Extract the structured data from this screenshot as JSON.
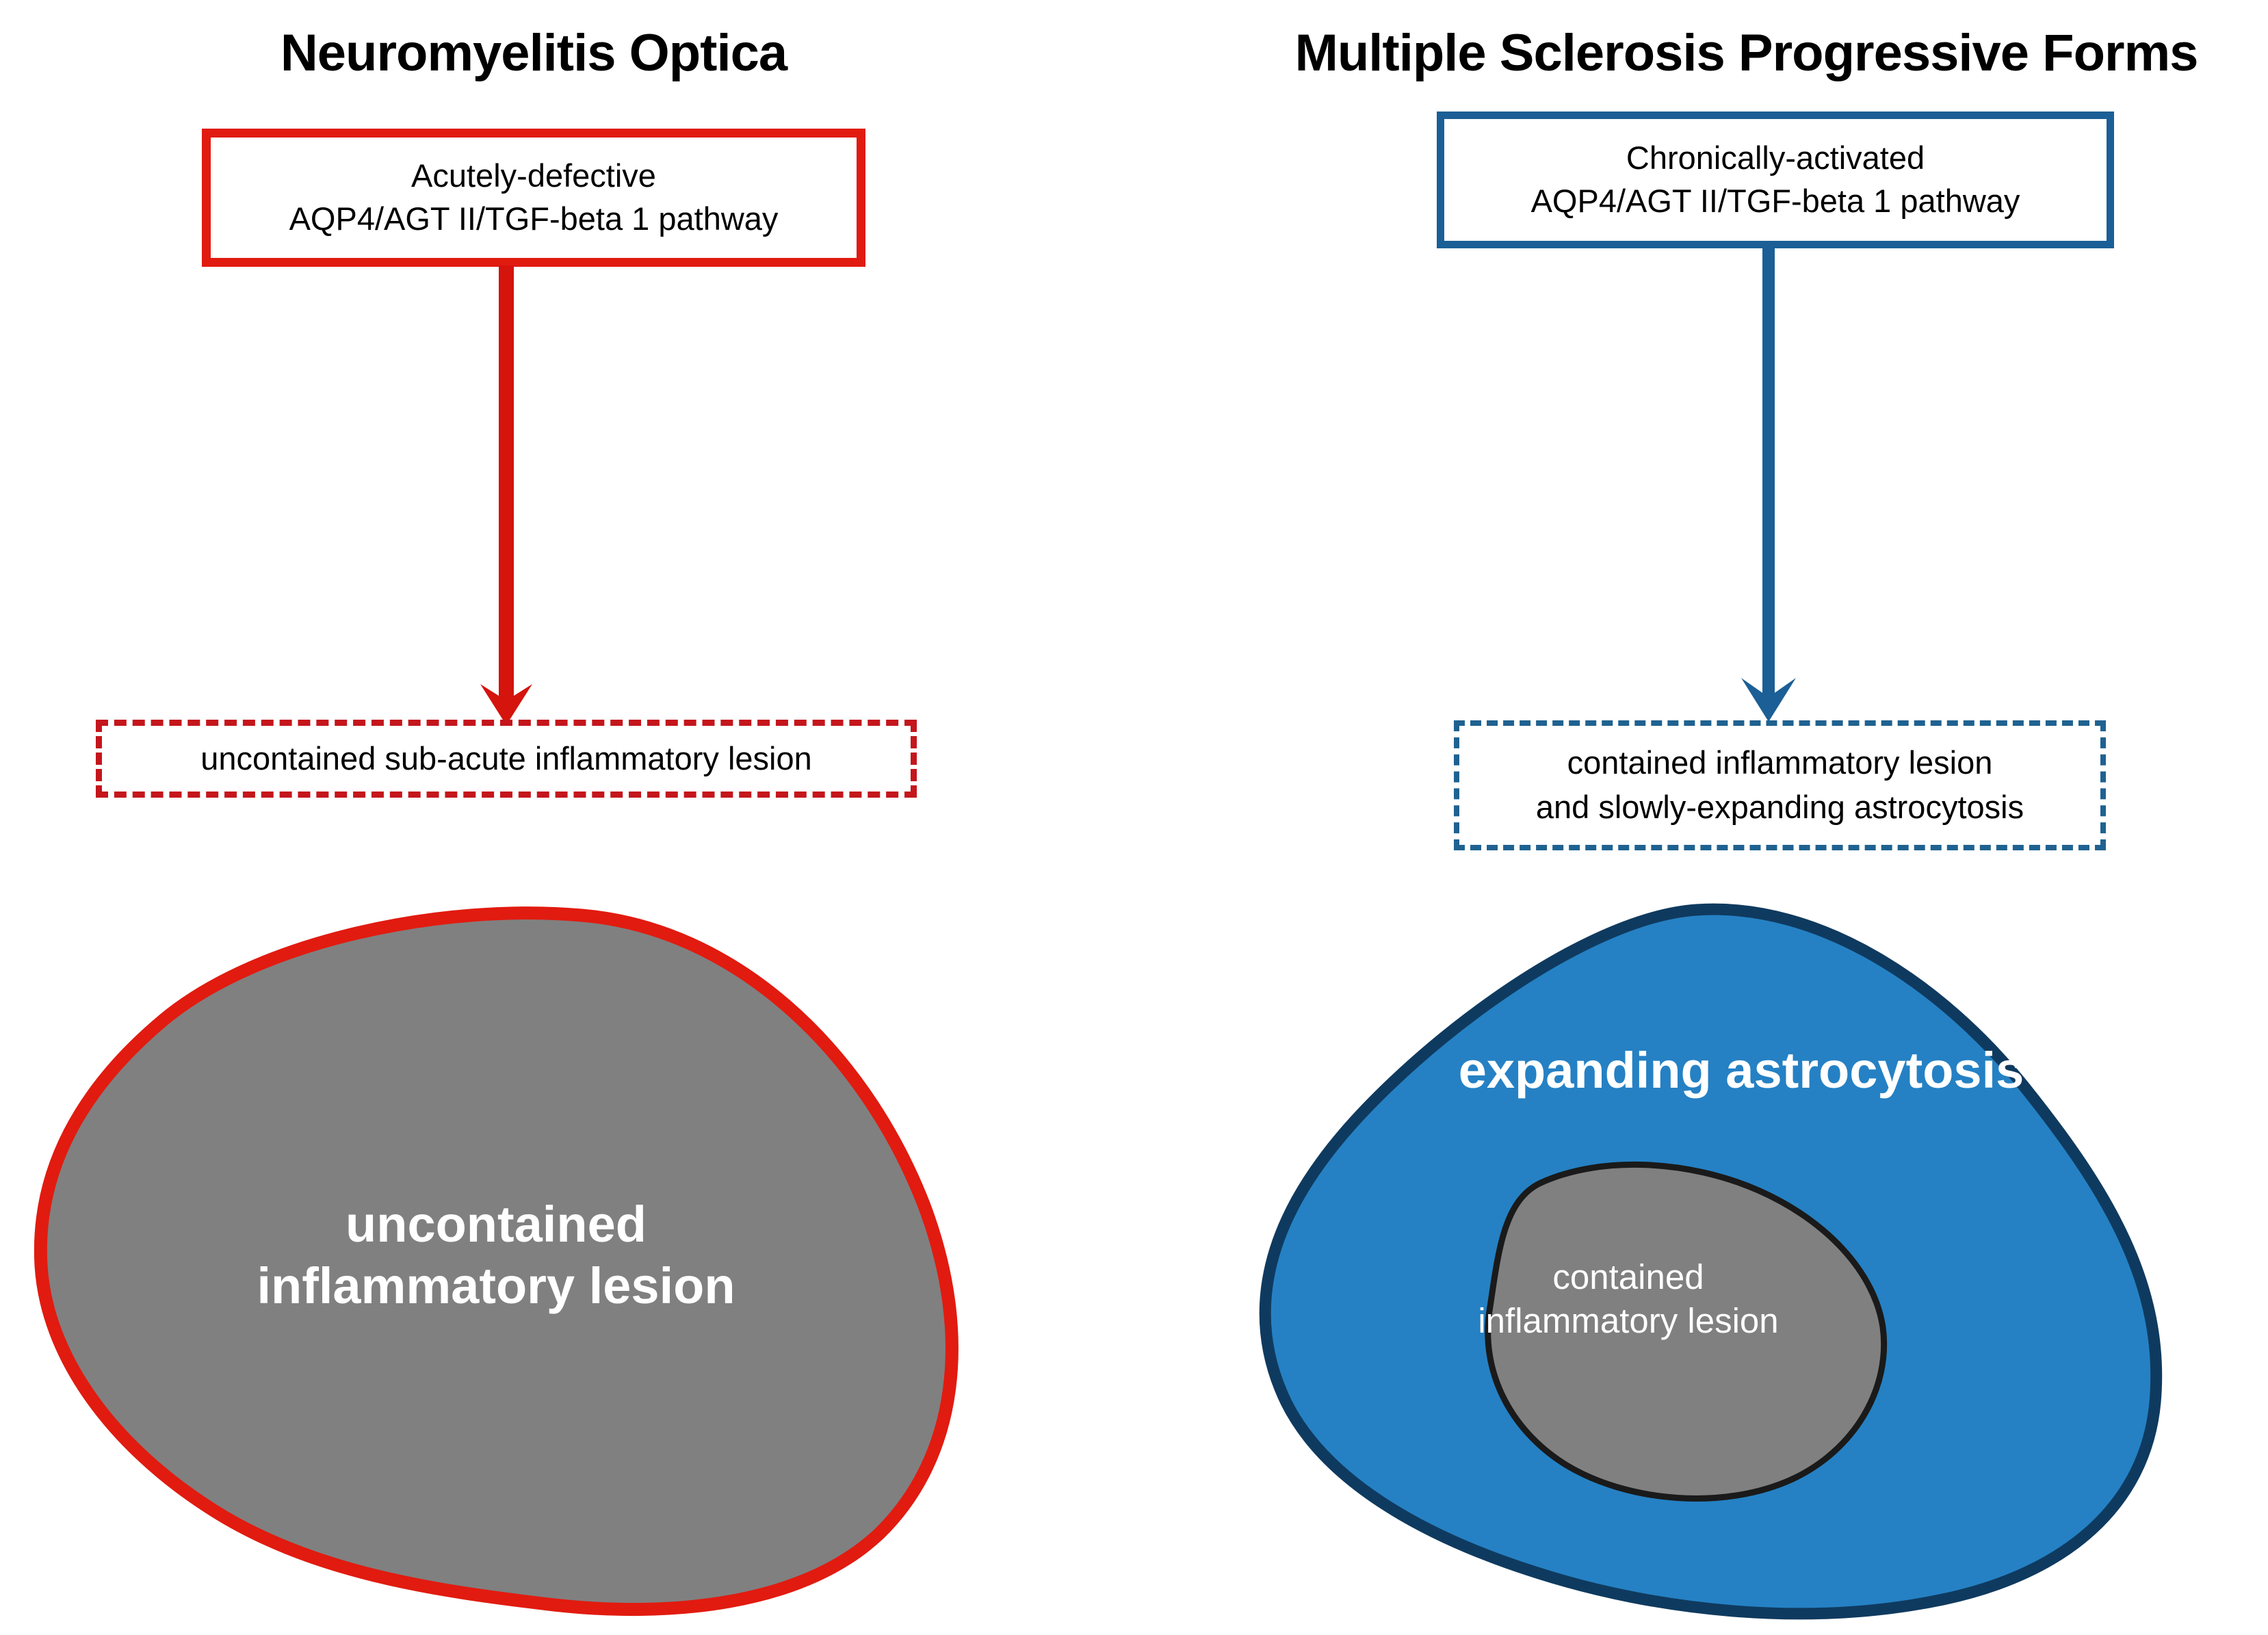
{
  "diagram": {
    "background_color": "#FFFFFF",
    "panels": [
      {
        "id": "nmo",
        "title": "Neuromyelitis Optica",
        "accent_color": "#E11B10",
        "pathway_box": {
          "border_color": "#E11B10",
          "line1": "Acutely-defective",
          "line2": "AQP4/AGT II/TGF-beta 1 pathway"
        },
        "arrow": {
          "color": "#D4140D",
          "direction": "down"
        },
        "dashed_box": {
          "border_color": "#C4161C",
          "border_style": "dashed",
          "line1": "uncontained  sub-acute inflammatory lesion",
          "line2": ""
        },
        "blob": {
          "fill_color": "#808080",
          "outline_color": "#E11B10",
          "label_line1": "uncontained",
          "label_line2": "inflammatory lesion",
          "label_color": "#FFFFFF"
        }
      },
      {
        "id": "ms-progressive",
        "title": "Multiple Sclerosis Progressive Forms",
        "accent_color": "#1B5F96",
        "pathway_box": {
          "border_color": "#1B5F96",
          "line1": "Chronically-activated",
          "line2": "AQP4/AGT II/TGF-beta 1 pathway"
        },
        "arrow": {
          "color": "#1B5F96",
          "direction": "down"
        },
        "dashed_box": {
          "border_color": "#1F6290",
          "border_style": "dashed",
          "line1": "contained inflammatory lesion",
          "line2": "and slowly-expanding astrocytosis"
        },
        "blob": {
          "fill_color": "#2581C4",
          "outline_color": "#0F3A5F",
          "label_line1": "expanding astrocytosis",
          "label_line2": "",
          "label_color": "#FFFFFF",
          "inner_blob": {
            "fill_color": "#808080",
            "outline_color": "#1A1A1A",
            "label_line1": "contained",
            "label_line2": "inflammatory lesion",
            "label_color": "#FFFFFF"
          }
        }
      }
    ]
  }
}
